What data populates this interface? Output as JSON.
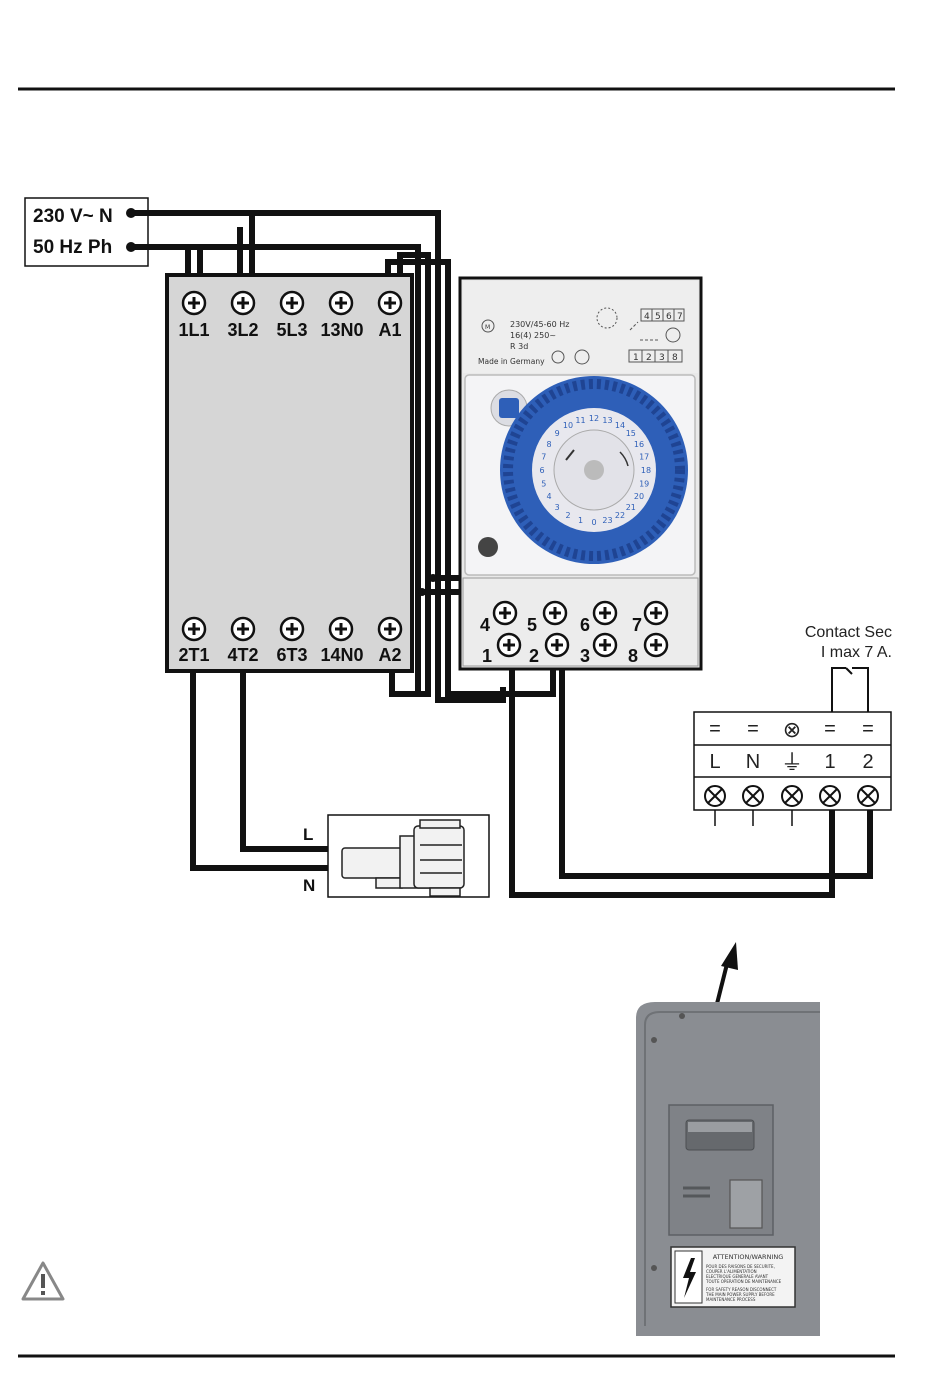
{
  "supply": {
    "line1": "230 V~ N",
    "line2": "50 Hz Ph"
  },
  "contactor": {
    "top_terminals": [
      "1L1",
      "3L2",
      "5L3",
      "13N0",
      "A1"
    ],
    "bottom_terminals": [
      "2T1",
      "4T2",
      "6T3",
      "14N0",
      "A2"
    ]
  },
  "timer": {
    "spec_lines": [
      "230V/45-60 Hz",
      "16(4) 250~",
      "R 3d"
    ],
    "made_in": "Made in Germany",
    "top_numbers": [
      "4",
      "5",
      "6",
      "7"
    ],
    "bottom_numbers": [
      "1",
      "2",
      "3",
      "8"
    ],
    "dial_numbers": [
      "0",
      "1",
      "2",
      "3",
      "4",
      "5",
      "6",
      "7",
      "8",
      "9",
      "10",
      "11",
      "12",
      "13",
      "14",
      "15",
      "16",
      "17",
      "18",
      "19",
      "20",
      "21",
      "22",
      "23"
    ],
    "upper_terminal_labels": [
      "4",
      "5",
      "6",
      "7"
    ],
    "lower_terminal_labels": [
      "1",
      "2",
      "3",
      "8"
    ]
  },
  "heat_pump_block": {
    "dry_contact_line1": "Contact Sec",
    "dry_contact_line2": "I max 7 A.",
    "terminal_labels": [
      "L",
      "N",
      "⏚",
      "1",
      "2"
    ],
    "top_symbols": [
      "=",
      "=",
      "⊗",
      "=",
      "="
    ]
  },
  "pump": {
    "L_label": "L",
    "N_label": "N"
  },
  "warning_plate": {
    "title": "ATTENTION/WARNING",
    "lines_fr": [
      "POUR DES RAISONS DE SECURITE,",
      "COUPER L'ALIMENTATION",
      "ELECTRIQUE GENERALE AVANT",
      "TOUTE OPERATION DE MAINTENANCE"
    ],
    "lines_en": [
      "FOR SAFETY REASON DISCONNECT",
      "THE MAIN POWER SUPPLY BEFORE",
      "MAINTENANCE PROCESS"
    ]
  },
  "colors": {
    "line": "#111111",
    "panel": "#d6d6d6",
    "dial_blue": "#2e5fb8",
    "unit_gray": "#8a8d92"
  }
}
